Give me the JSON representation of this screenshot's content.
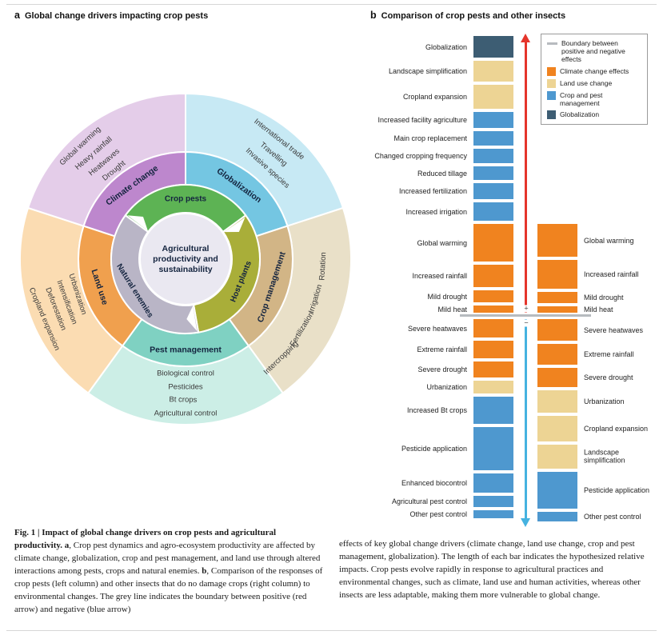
{
  "figure": {
    "panel_a": {
      "label": "a",
      "title": "Global change drivers impacting crop pests",
      "center": {
        "lines": [
          "Agricultural",
          "productivity and",
          "sustainability"
        ],
        "fill": "#eae8f1"
      },
      "rings": {
        "outer": [
          {
            "name": "Globalization",
            "a0": 0,
            "a1": 72,
            "pale": "#c7e9f4",
            "mid": "#74c6e2",
            "label_angle": 36,
            "drivers": [
              {
                "t": "International trade",
                "a": 38,
                "r": 190
              },
              {
                "t": "Travelling",
                "a": 40,
                "r": 171
              },
              {
                "t": "Invasive species",
                "a": 42,
                "r": 153
              }
            ]
          },
          {
            "name": "Crop management",
            "a0": 72,
            "a1": 144,
            "pale": "#e9e0c8",
            "mid": "#d2b586",
            "label_angle": 108,
            "drivers": [
              {
                "t": "Rotation",
                "a": 93,
                "r": 172
              },
              {
                "t": "Irrigation",
                "a": 107,
                "r": 170
              },
              {
                "t": "Fertilization",
                "a": 121,
                "r": 170
              },
              {
                "t": "Intercropping",
                "a": 136,
                "r": 172
              }
            ]
          },
          {
            "name": "Pest management",
            "a0": 144,
            "a1": 216,
            "pale": "#cceee6",
            "mid": "#7fd1c2",
            "label_angle": 180,
            "drivers": [
              {
                "t": "Biological control",
                "a": 180,
                "r": 143
              },
              {
                "t": "Pesticides",
                "a": 180,
                "r": 160
              },
              {
                "t": "Bt crops",
                "a": 181,
                "r": 176
              },
              {
                "t": "Agricultural control",
                "a": 180,
                "r": 193
              }
            ]
          },
          {
            "name": "Land use",
            "a0": 216,
            "a1": 288,
            "pale": "#fbdcb2",
            "mid": "#f0a04e",
            "label_angle": 252,
            "drivers": [
              {
                "t": "Cropland expansion",
                "a": 247,
                "r": 192
              },
              {
                "t": "Deforestation",
                "a": 249,
                "r": 174
              },
              {
                "t": "Intensification",
                "a": 250,
                "r": 158
              },
              {
                "t": "Urbanization",
                "a": 252,
                "r": 142
              }
            ]
          },
          {
            "name": "Climate change",
            "a0": 288,
            "a1": 360,
            "pale": "#e4cde9",
            "mid": "#bd87cd",
            "label_angle": 324,
            "drivers": [
              {
                "t": "Global warming",
                "a": 317,
                "r": 193
              },
              {
                "t": "Heavy rainfall",
                "a": 319,
                "r": 175
              },
              {
                "t": "Heatwaves",
                "a": 320,
                "r": 158
              },
              {
                "t": "Drought",
                "a": 321,
                "r": 142
              }
            ]
          }
        ],
        "inner": [
          {
            "name": "Crop pests",
            "a0": -54,
            "a1": 54,
            "color": "#5db354",
            "label_angle": 0
          },
          {
            "name": "Host plants",
            "a0": 54,
            "a1": 170,
            "color": "#a9ae39",
            "label_angle": 112
          },
          {
            "name": "Natural enemies",
            "a0": 170,
            "a1": 306,
            "color": "#b9b5c6",
            "label_angle": 238
          }
        ]
      }
    },
    "panel_b": {
      "label": "b",
      "title": "Comparison of crop pests and other insects",
      "legend": [
        {
          "swatch": "line",
          "color": "#b7bbbf",
          "label": "Boundary between positive and negative effects"
        },
        {
          "swatch": "square",
          "color": "#f0831f",
          "label": "Climate change effects"
        },
        {
          "swatch": "square",
          "color": "#edd494",
          "label": "Land use change"
        },
        {
          "swatch": "square",
          "color": "#4e98cf",
          "label": "Crop and pest management"
        },
        {
          "swatch": "square",
          "color": "#3d5d73",
          "label": "Globalization"
        }
      ],
      "axis": {
        "positive_color": "#e5352b",
        "negative_color": "#45b2e0",
        "boundary_color": "#b7bbbf",
        "plus": "+",
        "minus": "−"
      }
    },
    "caption": {
      "left": [
        {
          "t": "Fig. 1 | Impact of global change drivers on crop pests and agricultural productivity. ",
          "b": true
        },
        {
          "t": "a",
          "b": true
        },
        {
          "t": ", Crop pest dynamics and agro-ecosystem productivity are affected by climate change, globalization, crop and pest management, and land use through altered interactions among pests, crops and natural enemies. ",
          "b": false
        },
        {
          "t": "b",
          "b": true
        },
        {
          "t": ", Comparison of the responses of crop pests (left column) and other insects that do no damage crops (right column) to environmental changes. The grey line indicates the boundary between positive (red arrow) and negative (blue arrow)",
          "b": false
        }
      ],
      "right": [
        {
          "t": "effects of key global change drivers (climate change, land use change, crop and pest management, globalization). The length of each bar indicates the hypothesized relative impacts. Crop pests evolve rapidly in response to agricultural practices and environmental changes, such as climate, land use and human activities, whereas other insects are less adaptable, making them more vulnerable to global change.",
          "b": false
        }
      ]
    }
  },
  "chart_data": {
    "type": "bar",
    "title": "Comparison of crop pests and other insects",
    "orientation": "vertical-stacks-around-boundary",
    "category_colors": {
      "climate": "#f0831f",
      "land_use": "#edd494",
      "management": "#4e98cf",
      "globalization": "#3d5d73"
    },
    "boundary_label": "Boundary between positive and negative effects",
    "columns": [
      {
        "name": "crop_pests",
        "positive": [
          {
            "label": "Globalization",
            "category": "globalization",
            "value": 27
          },
          {
            "label": "Landscape simplification",
            "category": "land_use",
            "value": 26
          },
          {
            "label": "Cropland expansion",
            "category": "land_use",
            "value": 30
          },
          {
            "label": "Increased facility agriculture",
            "category": "management",
            "value": 20
          },
          {
            "label": "Main crop replacement",
            "category": "management",
            "value": 18
          },
          {
            "label": "Changed cropping frequency",
            "category": "management",
            "value": 18
          },
          {
            "label": "Reduced tillage",
            "category": "management",
            "value": 17
          },
          {
            "label": "Increased fertilization",
            "category": "management",
            "value": 20
          },
          {
            "label": "Increased irrigation",
            "category": "management",
            "value": 23
          },
          {
            "label": "Global warming",
            "category": "climate",
            "value": 47
          },
          {
            "label": "Increased rainfall",
            "category": "climate",
            "value": 28
          },
          {
            "label": "Mild drought",
            "category": "climate",
            "value": 15
          },
          {
            "label": "Mild heat",
            "category": "climate",
            "value": 9
          }
        ],
        "negative": [
          {
            "label": "Severe heatwaves",
            "category": "climate",
            "value": 23
          },
          {
            "label": "Extreme rainfall",
            "category": "climate",
            "value": 22
          },
          {
            "label": "Severe drought",
            "category": "climate",
            "value": 20
          },
          {
            "label": "Urbanization",
            "category": "land_use",
            "value": 16
          },
          {
            "label": "Increased Bt crops",
            "category": "management",
            "value": 34
          },
          {
            "label": "Pesticide application",
            "category": "management",
            "value": 54
          },
          {
            "label": "Enhanced biocontrol",
            "category": "management",
            "value": 24
          },
          {
            "label": "Agricultural pest control",
            "category": "management",
            "value": 14
          },
          {
            "label": "Other pest control",
            "category": "management",
            "value": 10
          }
        ]
      },
      {
        "name": "other_insects",
        "positive": [
          {
            "label": "Global warming",
            "category": "climate",
            "value": 41
          },
          {
            "label": "Increased rainfall",
            "category": "climate",
            "value": 36
          },
          {
            "label": "Mild drought",
            "category": "climate",
            "value": 14
          },
          {
            "label": "Mild heat",
            "category": "climate",
            "value": 8
          }
        ],
        "negative": [
          {
            "label": "Severe heatwaves",
            "category": "climate",
            "value": 27
          },
          {
            "label": "Extreme rainfall",
            "category": "climate",
            "value": 26
          },
          {
            "label": "Severe drought",
            "category": "climate",
            "value": 24
          },
          {
            "label": "Urbanization",
            "category": "land_use",
            "value": 28
          },
          {
            "label": "Cropland expansion",
            "category": "land_use",
            "value": 32
          },
          {
            "label": "Landscape simplification",
            "category": "land_use",
            "value": 30
          },
          {
            "label": "Pesticide application",
            "category": "management",
            "value": 46
          },
          {
            "label": "Other pest control",
            "category": "management",
            "value": 12
          }
        ]
      }
    ]
  }
}
